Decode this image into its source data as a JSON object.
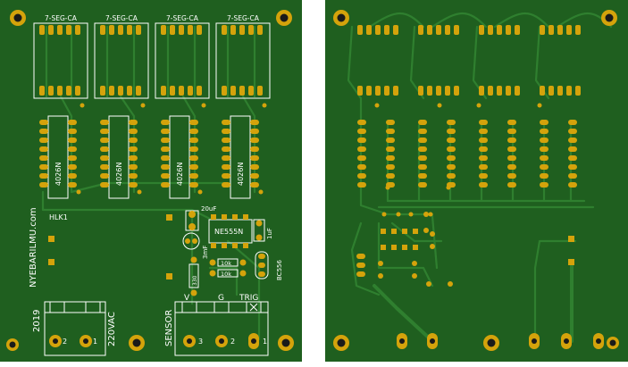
{
  "front": {
    "display_labels": [
      "7-SEG-CA",
      "7-SEG-CA",
      "7-SEG-CA",
      "7-SEG-CA"
    ],
    "ic_labels": [
      "4026N",
      "4026N",
      "4026N",
      "4026N"
    ],
    "brand": "NYEBARILMU.com",
    "year": "2019",
    "module_label": "HLK1",
    "mains_label": "220VAC",
    "timer_label": "NE555N",
    "cap_20u": "20uF",
    "cap_1u": "1uF",
    "cap_3m": "3mF",
    "transistor_label": "BC556",
    "resistor_1": "10k",
    "resistor_2": "10k",
    "resistor_3": "330",
    "sensor_label": "SENSOR",
    "sensor_pin_v": "V",
    "sensor_pin_g": "G",
    "sensor_pin_trig": "TRIG",
    "terminal_left_pins": [
      "2",
      "1"
    ],
    "terminal_right_pins": [
      "3",
      "2",
      "1"
    ]
  },
  "colors": {
    "board": "#1f5f1f",
    "trace": "#2f7f2f",
    "pad": "#d4a30b",
    "silkscreen": "#ffffff"
  }
}
